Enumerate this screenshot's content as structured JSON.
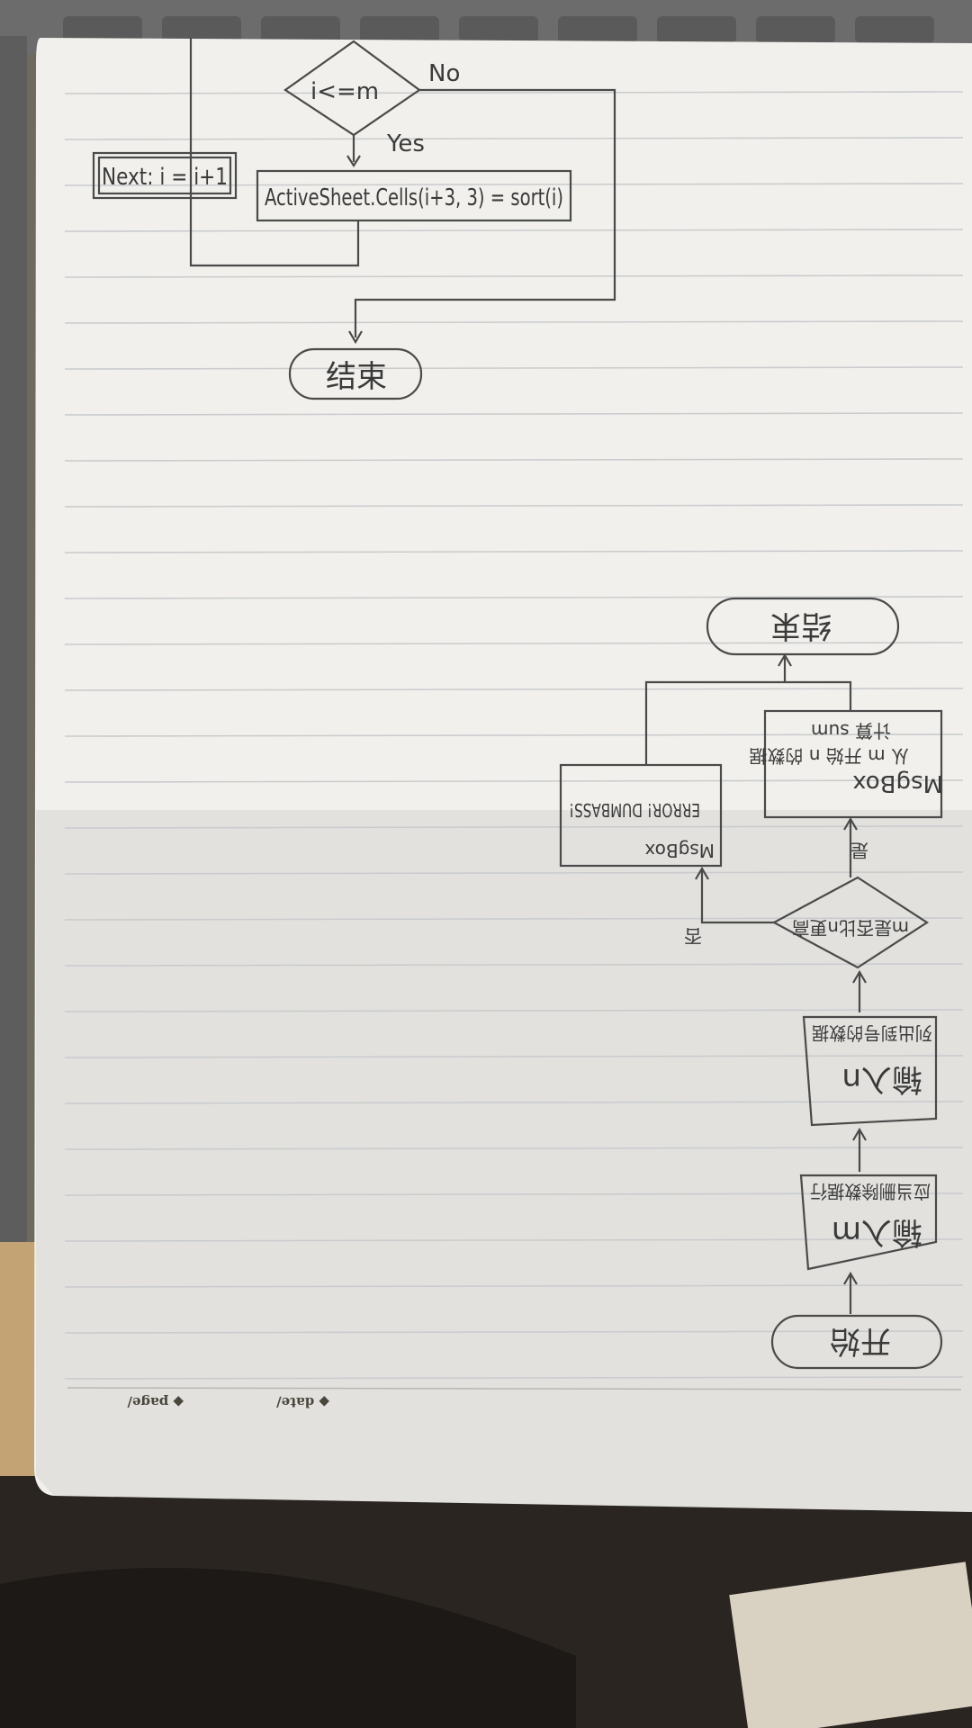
{
  "scene": {
    "description_colors": {
      "paper": "#f1f0ec",
      "ruled_line": "#c9cbcd",
      "pencil": "#4a4a4a",
      "desk": "#c8a97a",
      "keyboard": "#6c6c6c"
    }
  },
  "flowchart_top": {
    "decision": "i<=m",
    "no_label": "No",
    "yes_label": "Yes",
    "process": "ActiveSheet.Cells(i+3, 3) = sort(i)",
    "increment": "Next: i = i+1",
    "terminator": "结束"
  },
  "flowchart_bottom": {
    "start": "开始",
    "input_m": "输入m",
    "input_m_note": "应当删除数据行",
    "input_n": "输入n",
    "input_n_note": "列出到号的数据",
    "decision": "m是否比n更高",
    "yes_label": "是",
    "no_label": "否",
    "msgbox_ok_title": "MsgBox",
    "msgbox_ok_line1": "从 m 开始 n 的数据",
    "msgbox_ok_line2": "计算 sum",
    "msgbox_err_title": "MsgBox",
    "msgbox_err_line": "ERROR! DUMBASS!",
    "end": "结束"
  },
  "footer": {
    "date_label": "◆ date/",
    "page_label": "◆ page/"
  }
}
